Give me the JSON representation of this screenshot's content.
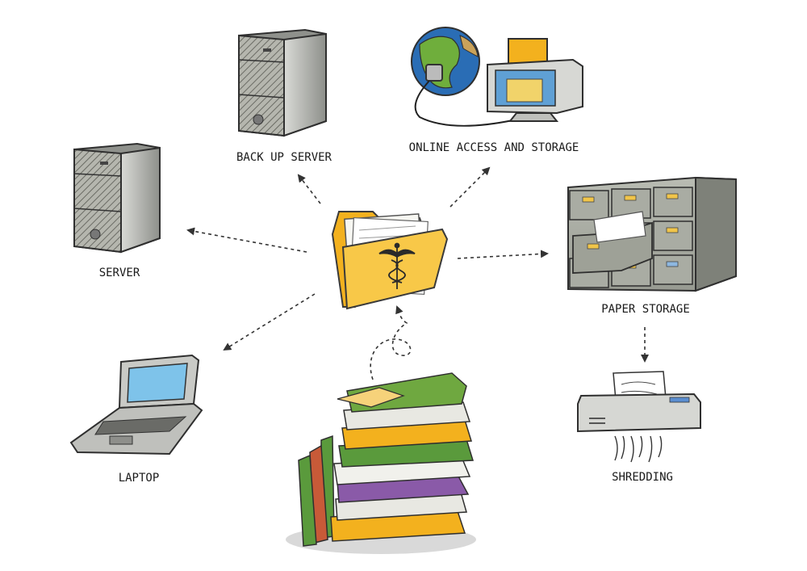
{
  "diagram": {
    "nodes": {
      "server": "SERVER",
      "backup_server": "BACK UP SERVER",
      "online": "ONLINE ACCESS AND STORAGE",
      "paper_storage": "PAPER STORAGE",
      "shredding": "SHREDDING",
      "laptop": "LAPTOP"
    }
  },
  "colors": {
    "folder": "#f5c232",
    "folder_dark": "#e0a020",
    "metal": "#9a9c98",
    "metal_light": "#c9cbc7",
    "screen": "#7ec3ea",
    "arrow": "#333333"
  }
}
